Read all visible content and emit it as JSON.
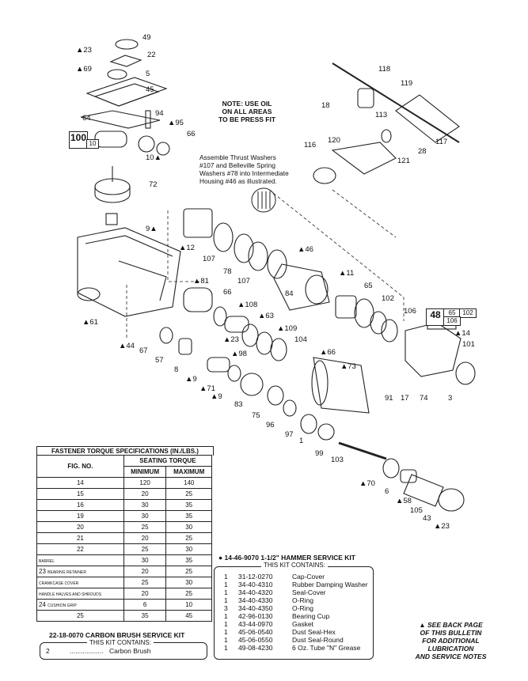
{
  "notes": {
    "oil_note": [
      "NOTE: USE OIL",
      "ON ALL AREAS",
      "TO BE PRESS FIT"
    ],
    "thrust_note": [
      "Assemble Thrust Washers",
      "#107 and Belleville Spring",
      "Washers #78 into Intermediate",
      "Housing #46 as illustrated."
    ],
    "back_note": [
      "▲ SEE BACK PAGE",
      "OF THIS BULLETIN",
      "FOR ADDITIONAL",
      "LUBRICATION",
      "AND SERVICE NOTES"
    ]
  },
  "part_labels": [
    "49",
    "▲23",
    "22",
    "▲69",
    "5",
    "45",
    "64",
    "94",
    "▲95",
    "66",
    "10▲",
    "72",
    "9▲",
    "▲12",
    "107",
    "78",
    "107",
    "▲46",
    "84",
    "▲11",
    "65",
    "102",
    "106",
    "▲81",
    "66",
    "▲108",
    "▲63",
    "▲109",
    "104",
    "▲66",
    "▲73",
    "▲61",
    "▲44",
    "67",
    "57",
    "▲23",
    "▲98",
    "8",
    "▲9",
    "▲71",
    "▲9",
    "83",
    "75",
    "96",
    "97",
    "1",
    "99",
    "103",
    "18",
    "113",
    "118",
    "119",
    "117",
    "28",
    "120",
    "116",
    "121",
    "▲14",
    "101",
    "91",
    "17",
    "74",
    "3",
    "▲70",
    "6",
    "▲58",
    "105",
    "43",
    "▲23"
  ],
  "boxes": {
    "box_100": [
      "100",
      "10"
    ],
    "box_48": [
      "48",
      "65",
      "102",
      "106"
    ]
  },
  "torque_table": {
    "title": "FASTENER TORQUE SPECIFICATIONS (IN./LBS.)",
    "group_header": "SEATING TORQUE",
    "columns": [
      "FIG. NO.",
      "MINIMUM",
      "MAXIMUM"
    ],
    "rows": [
      {
        "fig": "14",
        "min": "120",
        "max": "140"
      },
      {
        "fig": "15",
        "min": "20",
        "max": "25"
      },
      {
        "fig": "16",
        "min": "30",
        "max": "35"
      },
      {
        "fig": "19",
        "min": "30",
        "max": "35"
      },
      {
        "fig": "20",
        "min": "25",
        "max": "30"
      },
      {
        "fig": "21",
        "min": "20",
        "max": "25"
      },
      {
        "fig": "22",
        "min": "25",
        "max": "30"
      },
      {
        "fig": "",
        "sub": "BARREL",
        "min": "30",
        "max": "35"
      },
      {
        "fig": "23",
        "sub": "BEARING RETAINER",
        "min": "20",
        "max": "25"
      },
      {
        "fig": "",
        "sub": "CRANKCASE COVER",
        "min": "25",
        "max": "30"
      },
      {
        "fig": "",
        "sub": "HANDLE HALVES AND SHROUDS",
        "min": "20",
        "max": "25"
      },
      {
        "fig": "24",
        "sub": "CUSHION GRIP",
        "min": "6",
        "max": "10"
      },
      {
        "fig": "25",
        "min": "35",
        "max": "45"
      }
    ]
  },
  "hammer_kit": {
    "title": "● 14-46-9070 1-1/2\" HAMMER SERVICE KIT",
    "contains": "THIS KIT CONTAINS:",
    "items": [
      {
        "qty": "1",
        "part": "31-12-0270",
        "desc": "Cap-Cover"
      },
      {
        "qty": "1",
        "part": "34-40-4310",
        "desc": "Rubber Damping Washer"
      },
      {
        "qty": "1",
        "part": "34-40-4320",
        "desc": "Seal-Cover"
      },
      {
        "qty": "1",
        "part": "34-40-4330",
        "desc": "O-Ring"
      },
      {
        "qty": "3",
        "part": "34-40-4350",
        "desc": "O-Ring"
      },
      {
        "qty": "1",
        "part": "42-96-0130",
        "desc": "Bearing Cup"
      },
      {
        "qty": "1",
        "part": "43-44-0970",
        "desc": "Gasket"
      },
      {
        "qty": "1",
        "part": "45-06-0540",
        "desc": "Dust Seal-Hex"
      },
      {
        "qty": "1",
        "part": "45-06-0550",
        "desc": "Dust Seal-Round"
      },
      {
        "qty": "1",
        "part": "49-08-4230",
        "desc": "6 Oz. Tube \"N\" Grease"
      }
    ]
  },
  "brush_kit": {
    "title": "22-18-0070 CARBON BRUSH SERVICE KIT",
    "contains": "THIS KIT CONTAINS:",
    "qty": "2",
    "dots": "..................",
    "desc": "Carbon Brush"
  }
}
